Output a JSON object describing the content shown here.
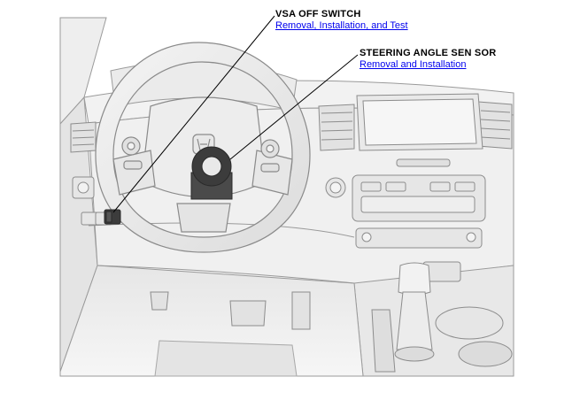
{
  "callouts": [
    {
      "title": "VSA OFF SWITCH",
      "link": "Removal, Installation, and Test"
    },
    {
      "title": "STEERING ANGLE SEN SOR",
      "link": "Removal and Installation"
    }
  ],
  "colors": {
    "background": "#ffffff",
    "dash_fill": "#f0f0f0",
    "dash_shade": "#d9d9d9",
    "outline": "#9a9a9a",
    "component": "#3c3c3c",
    "leader_line": "#000000",
    "link": "#0000ee"
  },
  "components": [
    "vsa-off-switch",
    "steering-angle-sensor"
  ]
}
